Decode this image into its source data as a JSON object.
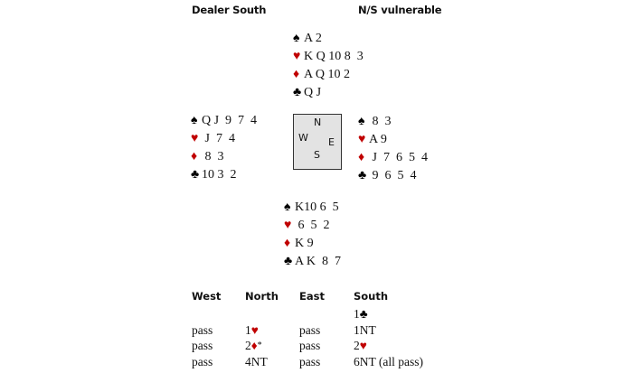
{
  "header": {
    "dealer": "Dealer South",
    "vulnerability": "N/S vulnerable"
  },
  "suits": [
    {
      "name": "spade",
      "symbol": "♠",
      "color": "#000000"
    },
    {
      "name": "heart",
      "symbol": "♥",
      "color": "#c00000"
    },
    {
      "name": "diamond",
      "symbol": "♦",
      "color": "#c00000"
    },
    {
      "name": "club",
      "symbol": "♣",
      "color": "#000000"
    }
  ],
  "hands": {
    "north": [
      "A 2",
      "K Q 10 8  3",
      "A Q 10 2",
      "Q J"
    ],
    "west": [
      "Q J  9  7  4",
      " J  7  4",
      " 8  3",
      "10 3  2"
    ],
    "east": [
      " 8  3",
      "A 9",
      " J  7  6  5  4",
      " 9  6  5  4"
    ],
    "south": [
      "K10 6  5",
      " 6  5  2",
      "K 9",
      "A K  8  7"
    ]
  },
  "compass": {
    "n": "N",
    "w": "W",
    "e": "E",
    "s": "S"
  },
  "auction": {
    "headers": [
      "West",
      "North",
      "East",
      "South"
    ],
    "rows": [
      [
        null,
        null,
        null,
        {
          "text": "1",
          "suit": "♣",
          "red": false,
          "after": ""
        }
      ],
      [
        {
          "text": "pass"
        },
        {
          "text": "1",
          "suit": "♥",
          "red": true,
          "after": ""
        },
        {
          "text": "pass"
        },
        {
          "text": "1NT"
        }
      ],
      [
        {
          "text": "pass"
        },
        {
          "text": "2",
          "suit": "♦",
          "red": true,
          "after": "*"
        },
        {
          "text": "pass"
        },
        {
          "text": "2",
          "suit": "♥",
          "red": true,
          "after": ""
        }
      ],
      [
        {
          "text": "pass"
        },
        {
          "text": "4NT"
        },
        {
          "text": "pass"
        },
        {
          "text": "6NT (all pass)"
        }
      ]
    ]
  }
}
